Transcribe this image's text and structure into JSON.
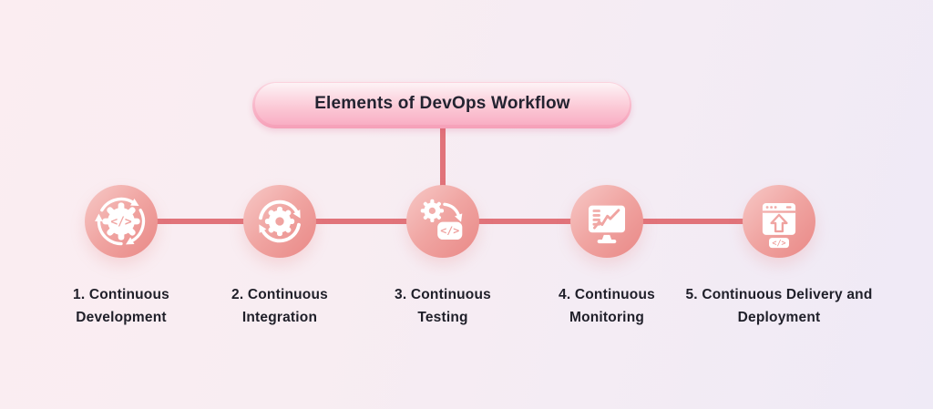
{
  "header": {
    "title": "Elements of DevOps Workflow"
  },
  "steps": [
    {
      "id": "continuous-development",
      "label": "1. Continuous Development",
      "icon": "dev-cycle-gear-code-icon"
    },
    {
      "id": "continuous-integration",
      "label": "2. Continuous Integration",
      "icon": "sync-gear-icon"
    },
    {
      "id": "continuous-testing",
      "label": "3. Continuous Testing",
      "icon": "gear-to-code-icon"
    },
    {
      "id": "continuous-monitoring",
      "label": "4. Continuous Monitoring",
      "icon": "monitor-chart-icon"
    },
    {
      "id": "continuous-delivery-and-deployment",
      "label": "5. Continuous Delivery and Deployment",
      "icon": "browser-upload-code-icon"
    }
  ],
  "colors": {
    "background_left": "#fbedf1",
    "background_right": "#efeaf6",
    "connector_line": "#e1737a",
    "node_gradient_light": "#f7c9c7",
    "node_gradient_dark": "#e98886",
    "pill_gradient_top": "#fdf3f6",
    "pill_gradient_bottom": "#f8a6bc",
    "text": "#1f1f29",
    "icon": "#ffffff"
  }
}
